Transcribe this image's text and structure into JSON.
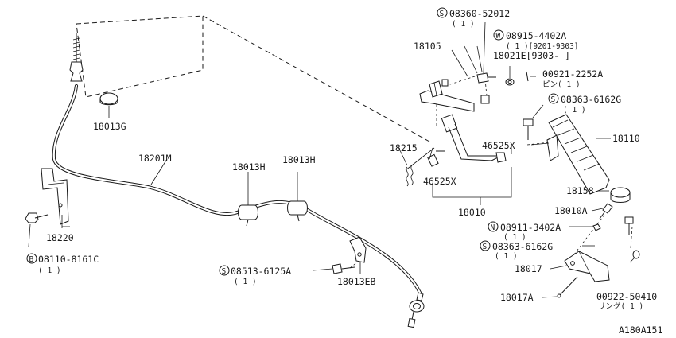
{
  "callouts": {
    "c18013G": "18013G",
    "c18201M": "18201M",
    "c18013H_a": "18013H",
    "c18013H_b": "18013H",
    "c18220": "18220",
    "c08110": "08110-8161C",
    "c08110_qty": "( 1 )",
    "c08513": "08513-6125A",
    "c08513_qty": "( 1 )",
    "c18013EB": "18013EB",
    "c08360": "08360-52012",
    "c08360_qty": "( 1 )",
    "c18105": "18105",
    "c08915": "08915-4402A",
    "c08915_range": "( 1 )[9201-9303]",
    "c18021E": "18021E[9303-    ]",
    "c00921": "00921-2252A",
    "c00921_sub": "ピン( 1 )",
    "c08363_a": "08363-6162G",
    "c08363_a_qty": "( 1 )",
    "c18110": "18110",
    "c46525X_a": "46525X",
    "c18215": "18215",
    "c46525X_b": "46525X",
    "c18010": "18010",
    "c18158": "18158",
    "c18010A": "18010A",
    "c08911": "08911-3402A",
    "c08911_qty": "( 1 )",
    "c08363_b": "08363-6162G",
    "c08363_b_qty": "( 1 )",
    "c18017": "18017",
    "c18017A": "18017A",
    "c00922": "00922-50410",
    "c00922_sub": "リング( 1 )",
    "figure_code": "A180A151"
  },
  "prefix_symbols": {
    "B": "B",
    "S": "S",
    "W": "W",
    "N": "N"
  }
}
